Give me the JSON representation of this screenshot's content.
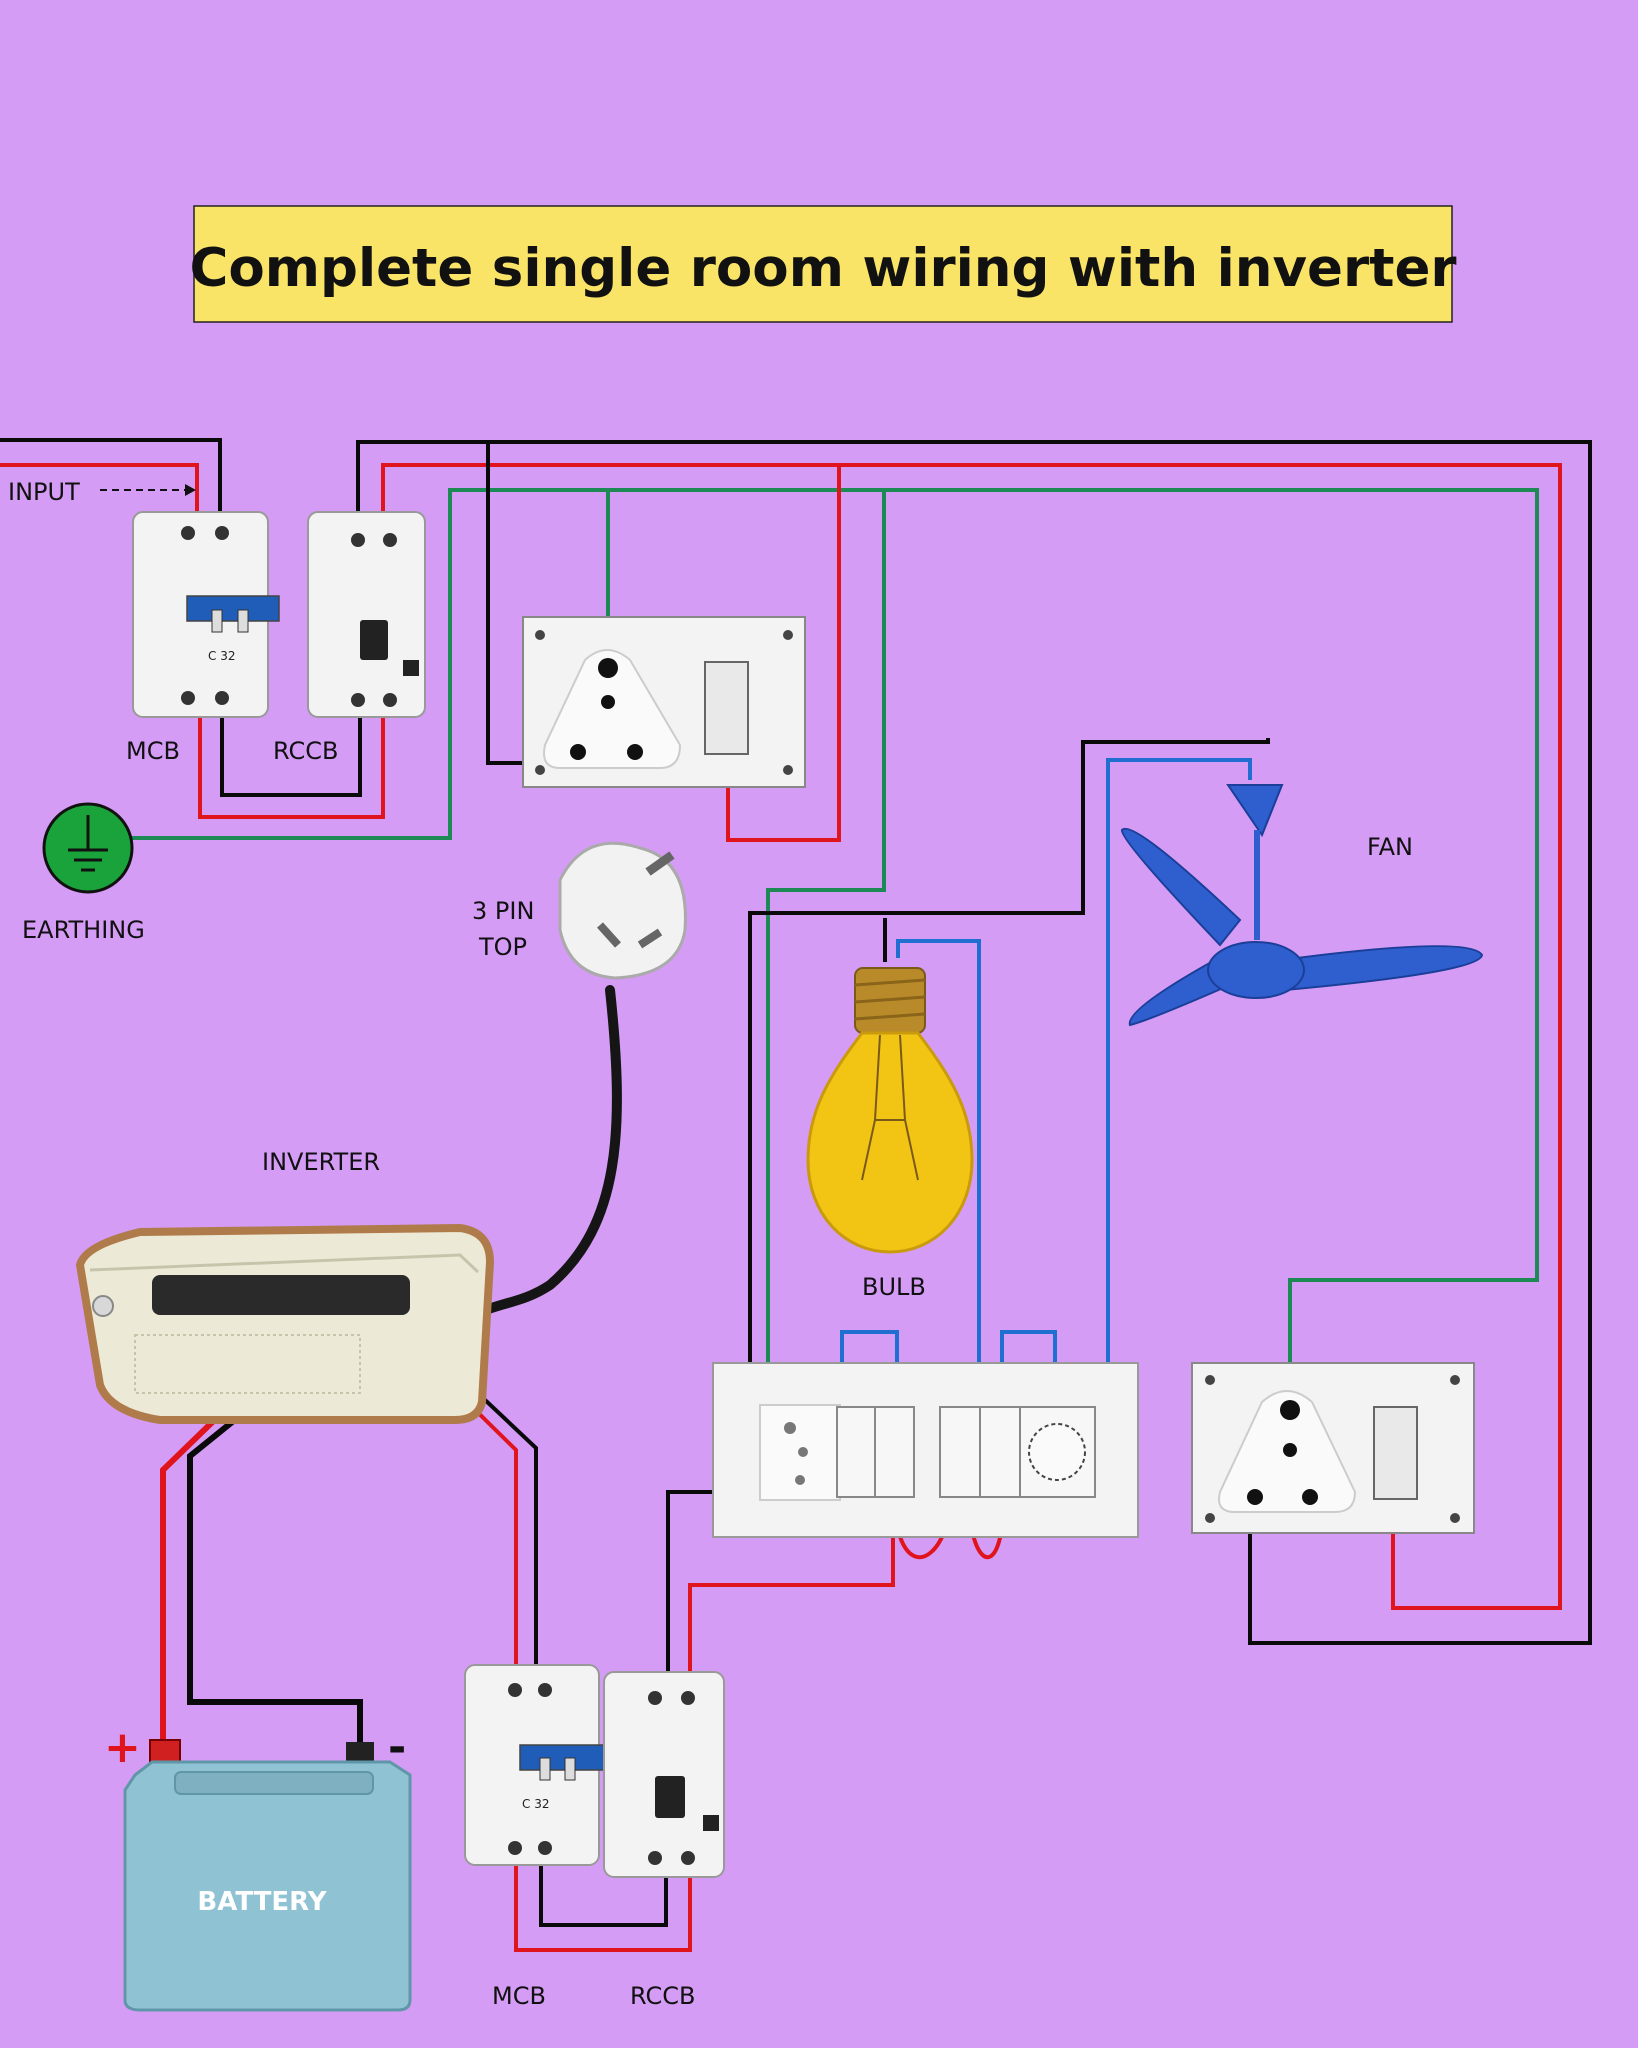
{
  "title": "Complete single room wiring with inverter",
  "labels": {
    "input": "INPUT",
    "mcb_top": "MCB",
    "rccb_top": "RCCB",
    "earthing": "EARTHING",
    "plug_line1": "3 PIN",
    "plug_line2": "TOP",
    "inverter": "INVERTER",
    "bulb": "BULB",
    "fan": "FAN",
    "battery": "BATTERY",
    "mcb_bottom": "MCB",
    "rccb_bottom": "RCCB",
    "plus": "+",
    "minus": "-"
  },
  "device_text": {
    "mcb_rating": "C 32"
  },
  "colors": {
    "background": "#d59cf6",
    "title_box": "#f9e468",
    "phase_wire": "#e0141c",
    "neutral_wire": "#0a0a0a",
    "earth_wire": "#1d8a55",
    "load_wire": "#1f6fd0",
    "battery": "#8fc3d4",
    "fan": "#2f5fce",
    "bulb": "#f2c514"
  },
  "icons": [
    "earth-icon",
    "plug-icon",
    "bulb-icon",
    "fan-icon",
    "battery-icon",
    "inverter-icon",
    "mcb-icon",
    "rccb-icon",
    "socket-icon",
    "switch-icon"
  ]
}
